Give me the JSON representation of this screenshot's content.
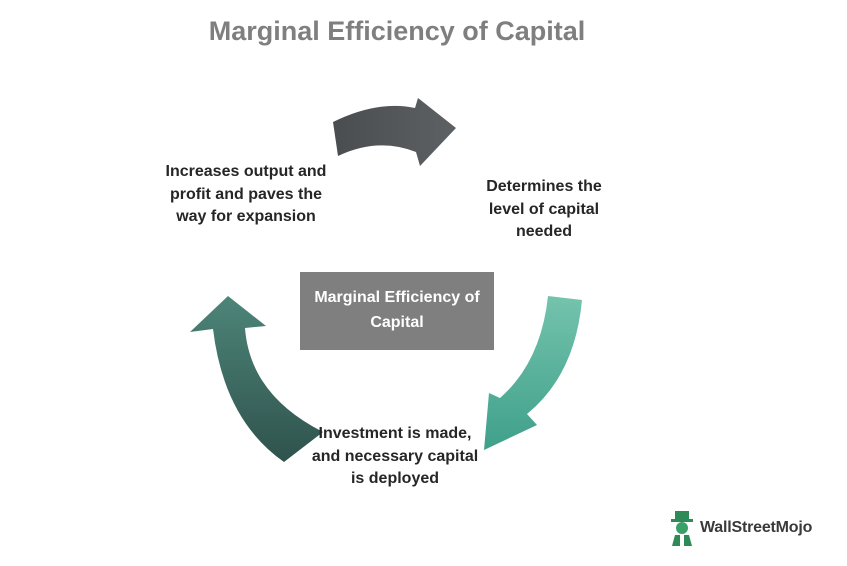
{
  "title": "Marginal Efficiency of Capital",
  "center": {
    "text": "Marginal Efficiency of Capital"
  },
  "steps": [
    {
      "text": "Determines the level of capital needed"
    },
    {
      "text": "Investment is made, and necessary capital is deployed"
    },
    {
      "text": "Increases output and profit and paves the way for expansion"
    }
  ],
  "arrows": [
    {
      "color": "#545858"
    },
    {
      "color": "#5fb29c"
    },
    {
      "color": "#3d6e66"
    }
  ],
  "watermark": {
    "text": "WallStreetMojo",
    "color": "#2e8b57"
  }
}
